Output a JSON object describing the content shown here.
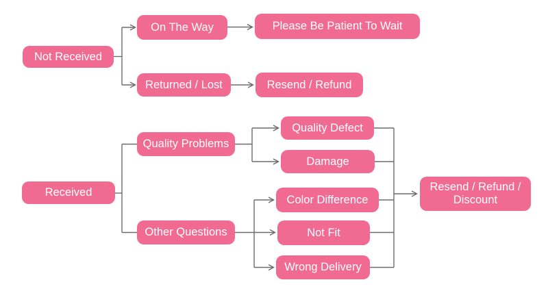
{
  "diagram": {
    "type": "flowchart",
    "background_color": "#ffffff",
    "node_color": "#f06a92",
    "node_text_color": "#ffffff",
    "line_color": "#6b6b6b",
    "nodes": {
      "not_received": {
        "label": "Not Received"
      },
      "on_the_way": {
        "label": "On The Way"
      },
      "please_be_patient": {
        "label": "Please Be Patient To Wait"
      },
      "returned_lost": {
        "label": "Returned / Lost"
      },
      "resend_refund": {
        "label": "Resend / Refund"
      },
      "received": {
        "label": "Received"
      },
      "quality_problems": {
        "label": "Quality Problems"
      },
      "other_questions": {
        "label": "Other Questions"
      },
      "quality_defect": {
        "label": "Quality Defect"
      },
      "damage": {
        "label": "Damage"
      },
      "color_difference": {
        "label": "Color Difference"
      },
      "not_fit": {
        "label": "Not Fit"
      },
      "wrong_delivery": {
        "label": "Wrong Delivery"
      },
      "resend_refund_discount": {
        "label": "Resend / Refund / Discount"
      }
    },
    "edges": [
      {
        "from": "not_received",
        "to": "on_the_way",
        "arrow": true
      },
      {
        "from": "not_received",
        "to": "returned_lost",
        "arrow": true
      },
      {
        "from": "on_the_way",
        "to": "please_be_patient",
        "arrow": true
      },
      {
        "from": "returned_lost",
        "to": "resend_refund",
        "arrow": true
      },
      {
        "from": "received",
        "to": "quality_problems",
        "arrow": false
      },
      {
        "from": "received",
        "to": "other_questions",
        "arrow": false
      },
      {
        "from": "quality_problems",
        "to": "quality_defect",
        "arrow": true
      },
      {
        "from": "quality_problems",
        "to": "damage",
        "arrow": true
      },
      {
        "from": "other_questions",
        "to": "color_difference",
        "arrow": true
      },
      {
        "from": "other_questions",
        "to": "not_fit",
        "arrow": true
      },
      {
        "from": "other_questions",
        "to": "wrong_delivery",
        "arrow": true
      },
      {
        "from": "quality_defect",
        "to": "resend_refund_discount",
        "arrow": true
      },
      {
        "from": "damage",
        "to": "resend_refund_discount",
        "arrow": true
      },
      {
        "from": "color_difference",
        "to": "resend_refund_discount",
        "arrow": true
      },
      {
        "from": "not_fit",
        "to": "resend_refund_discount",
        "arrow": true
      },
      {
        "from": "wrong_delivery",
        "to": "resend_refund_discount",
        "arrow": true
      }
    ]
  }
}
